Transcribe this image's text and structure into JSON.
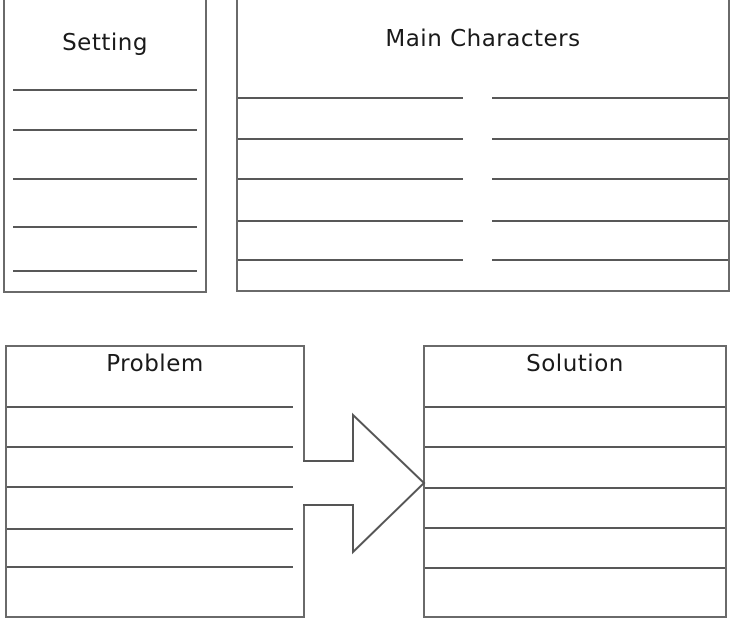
{
  "page": {
    "kind": "story-map graphic organizer worksheet",
    "background_color": "#ffffff"
  },
  "colors": {
    "box_border": "#6a6a6a",
    "writing_line": "#585858",
    "title_text": "#1a1a1a",
    "arrow_outline": "#555555",
    "arrow_fill": "#ffffff"
  },
  "boxes": {
    "setting": {
      "title": "Setting",
      "blank_lines": 5
    },
    "main_characters": {
      "title": "Main Characters",
      "blank_lines_left_column": 5,
      "blank_lines_right_column": 5
    },
    "problem": {
      "title": "Problem",
      "blank_lines": 5
    },
    "solution": {
      "title": "Solution",
      "blank_lines": 5
    }
  },
  "arrow": {
    "shape": "block-arrow",
    "direction": "right"
  }
}
